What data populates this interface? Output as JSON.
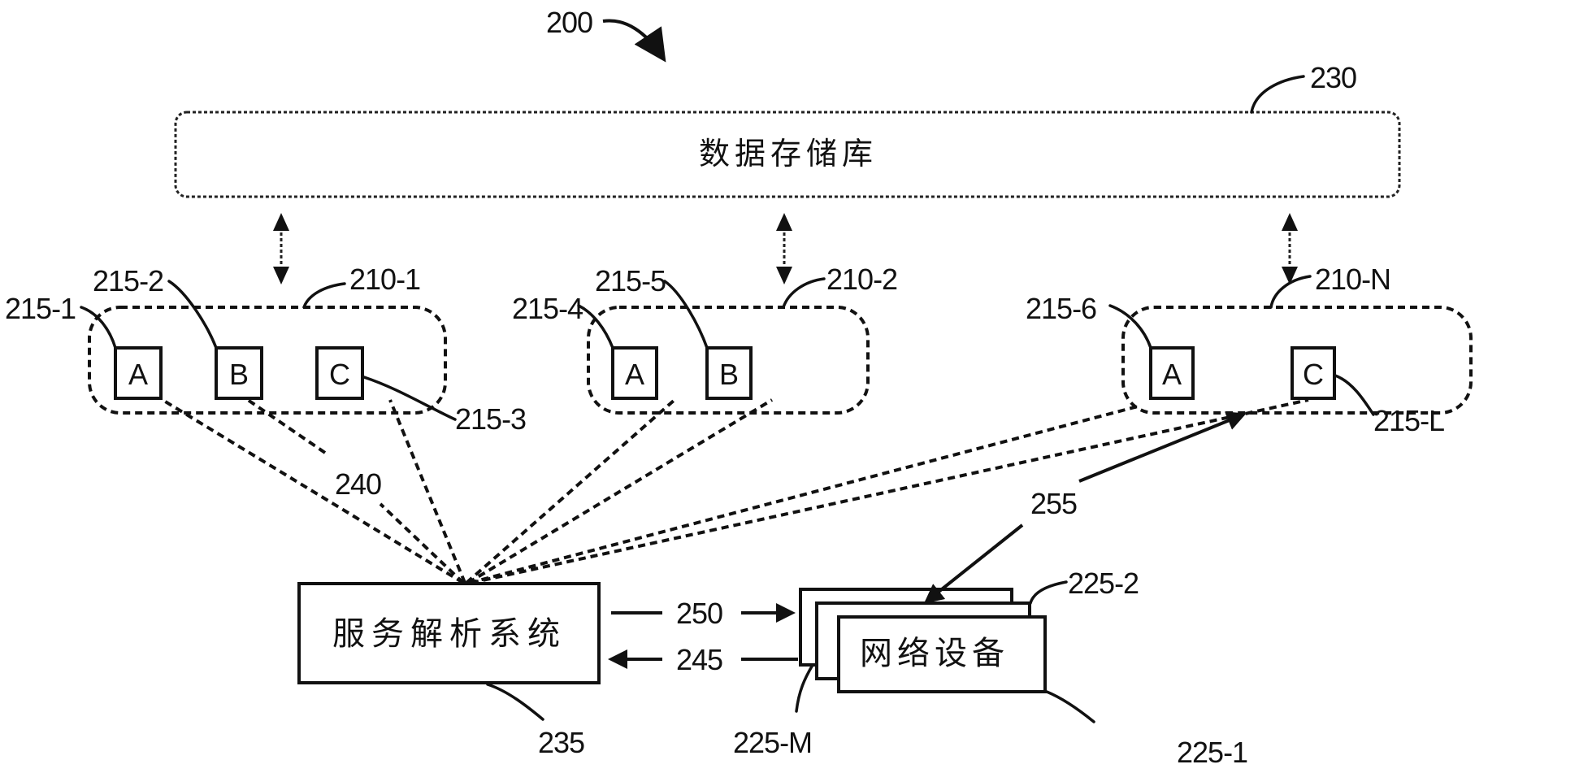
{
  "figure": {
    "ref_system": "200",
    "data_store": {
      "ref": "230",
      "label": "数据存储库"
    },
    "clusters": [
      {
        "ref": "210-1",
        "components": [
          {
            "ref": "215-1",
            "letter": "A"
          },
          {
            "ref": "215-2",
            "letter": "B"
          },
          {
            "ref": "215-3",
            "letter": "C"
          }
        ]
      },
      {
        "ref": "210-2",
        "components": [
          {
            "ref": "215-4",
            "letter": "A"
          },
          {
            "ref": "215-5",
            "letter": "B"
          }
        ]
      },
      {
        "ref": "210-N",
        "components": [
          {
            "ref": "215-6",
            "letter": "A"
          },
          {
            "ref": "215-L",
            "letter": "C"
          }
        ]
      }
    ],
    "connections_ref": "240",
    "service_system": {
      "ref": "235",
      "label": "服务解析系统"
    },
    "arrows": {
      "to_devices": "250",
      "from_devices": "245",
      "device_link": "255"
    },
    "network_devices": {
      "label": "网络设备",
      "refs": {
        "front": "225-1",
        "middle": "225-2",
        "back": "225-M"
      }
    }
  }
}
